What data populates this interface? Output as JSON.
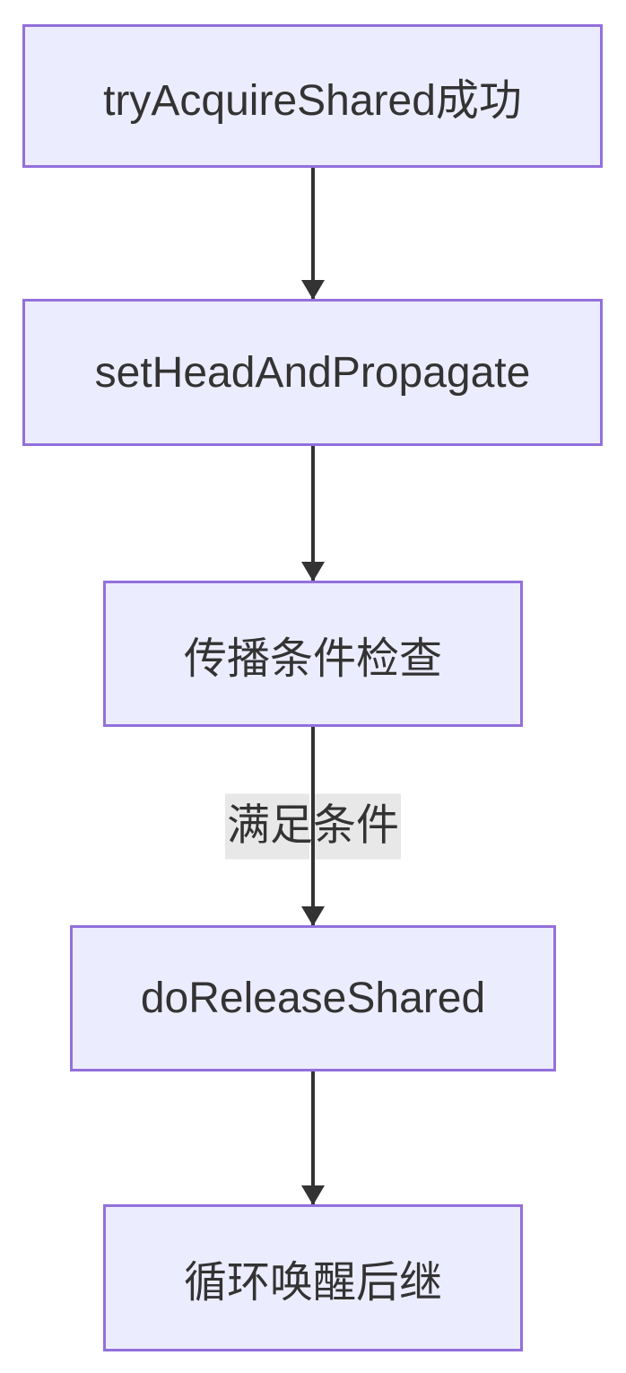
{
  "diagram": {
    "type": "flowchart-top-down",
    "nodes": [
      {
        "id": "node-1",
        "label": "tryAcquireShared成功",
        "shape": "rect"
      },
      {
        "id": "node-2",
        "label": "setHeadAndPropagate",
        "shape": "rect"
      },
      {
        "id": "node-3",
        "label": "传播条件检查",
        "shape": "rect"
      },
      {
        "id": "node-4",
        "label": "doReleaseShared",
        "shape": "rect"
      },
      {
        "id": "node-5",
        "label": "循环唤醒后继",
        "shape": "rect"
      }
    ],
    "edges": [
      {
        "from": "node-1",
        "to": "node-2",
        "label": ""
      },
      {
        "from": "node-2",
        "to": "node-3",
        "label": ""
      },
      {
        "from": "node-3",
        "to": "node-4",
        "label": "满足条件"
      },
      {
        "from": "node-4",
        "to": "node-5",
        "label": ""
      }
    ],
    "colors": {
      "background": "#ffffff",
      "node_fill": "#ececff",
      "node_border": "#9370db",
      "text": "#333333",
      "edge": "#333333",
      "edge_label_bg": "#e8e8e8"
    }
  }
}
